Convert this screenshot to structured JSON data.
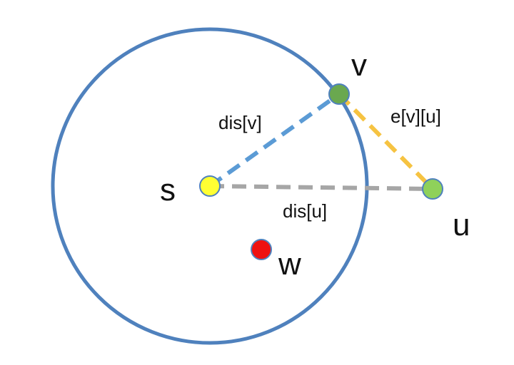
{
  "nodes": {
    "s": {
      "label": "s",
      "color": "#ffff33"
    },
    "v": {
      "label": "v",
      "color": "#6aa84f"
    },
    "u": {
      "label": "u",
      "color": "#8fd15a"
    },
    "w": {
      "label": "w",
      "color": "#ee1111"
    }
  },
  "edges": {
    "s_v": {
      "label": "dis[v]",
      "color": "#5b9bd5"
    },
    "v_u": {
      "label": "e[v][u]",
      "color": "#f6c342"
    },
    "s_u": {
      "label": "dis[u]",
      "color": "#a6a6a6"
    }
  },
  "region": {
    "stroke_color": "#4f81bd"
  }
}
